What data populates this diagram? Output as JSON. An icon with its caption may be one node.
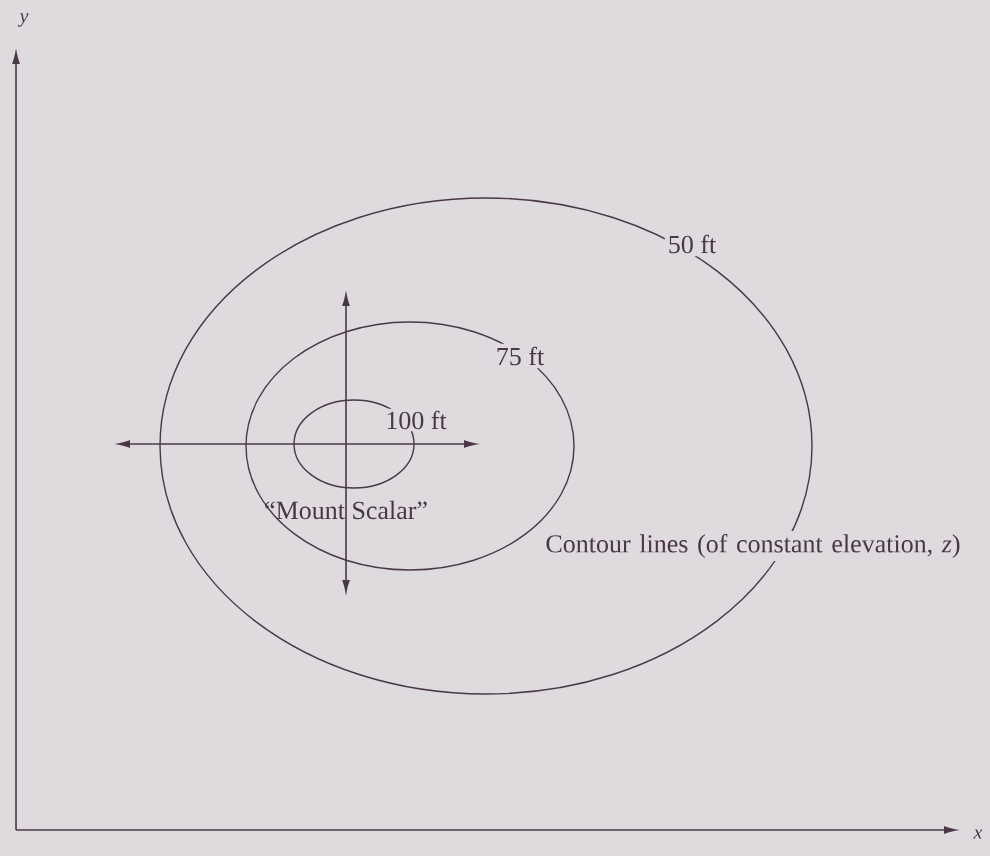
{
  "diagram": {
    "labels": [
      "y",
      "50 ft",
      "75 ft",
      "100 ft",
      "“Mount Scalar”",
      "Contour lines (of constant elevation, *z*)",
      "x"
    ]
  }
}
